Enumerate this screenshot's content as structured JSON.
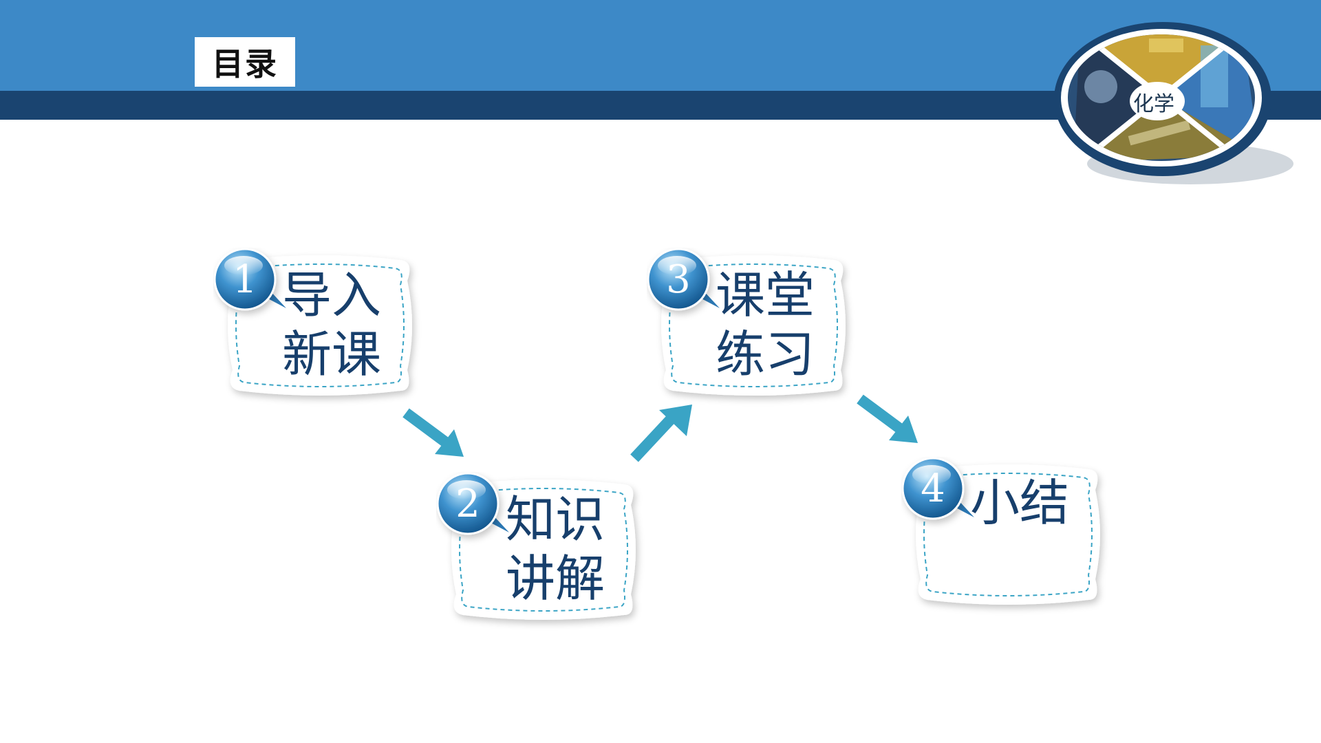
{
  "header": {
    "title": "目录",
    "logo_label": "化学"
  },
  "colors": {
    "header_blue": "#3d89c7",
    "header_navy": "#1a4470",
    "text_navy": "#173f6c",
    "accent_teal": "#3aa4c5"
  },
  "steps": [
    {
      "number": "1",
      "line1": "导入",
      "line2": "新课"
    },
    {
      "number": "2",
      "line1": "知识",
      "line2": "讲解"
    },
    {
      "number": "3",
      "line1": "课堂",
      "line2": "练习"
    },
    {
      "number": "4",
      "line1": "小结",
      "line2": ""
    }
  ]
}
